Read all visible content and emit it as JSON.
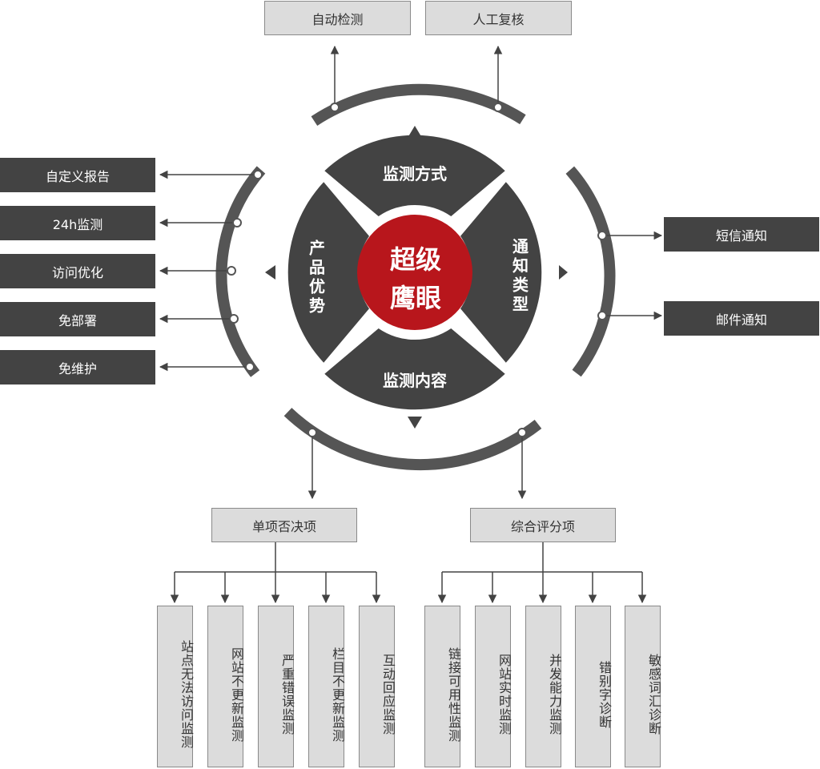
{
  "center": {
    "line1": "超级",
    "line2": "鹰眼"
  },
  "segments": {
    "top": "监测方式",
    "left": "产品优势",
    "right": "通知类型",
    "bottom": "监测内容"
  },
  "monitoring_methods": [
    "自动检测",
    "人工复核"
  ],
  "product_advantages": [
    "自定义报告",
    "24h监测",
    "访问优化",
    "免部署",
    "免维护"
  ],
  "notification_types": [
    "短信通知",
    "邮件通知"
  ],
  "veto_group": {
    "title": "单项否决项",
    "items": [
      "站点无法访问监测",
      "网站不更新监测",
      "严重错误监测",
      "栏目不更新监测",
      "互动回应监测"
    ]
  },
  "score_group": {
    "title": "综合评分项",
    "items": [
      "链接可用性监测",
      "网站实时监测",
      "并发能力监测",
      "错别字诊断",
      "敏感词汇诊断"
    ]
  },
  "colors": {
    "dark": "#434343",
    "light": "#dcdcdc",
    "accent": "#b8161c",
    "ring": "#555555"
  }
}
